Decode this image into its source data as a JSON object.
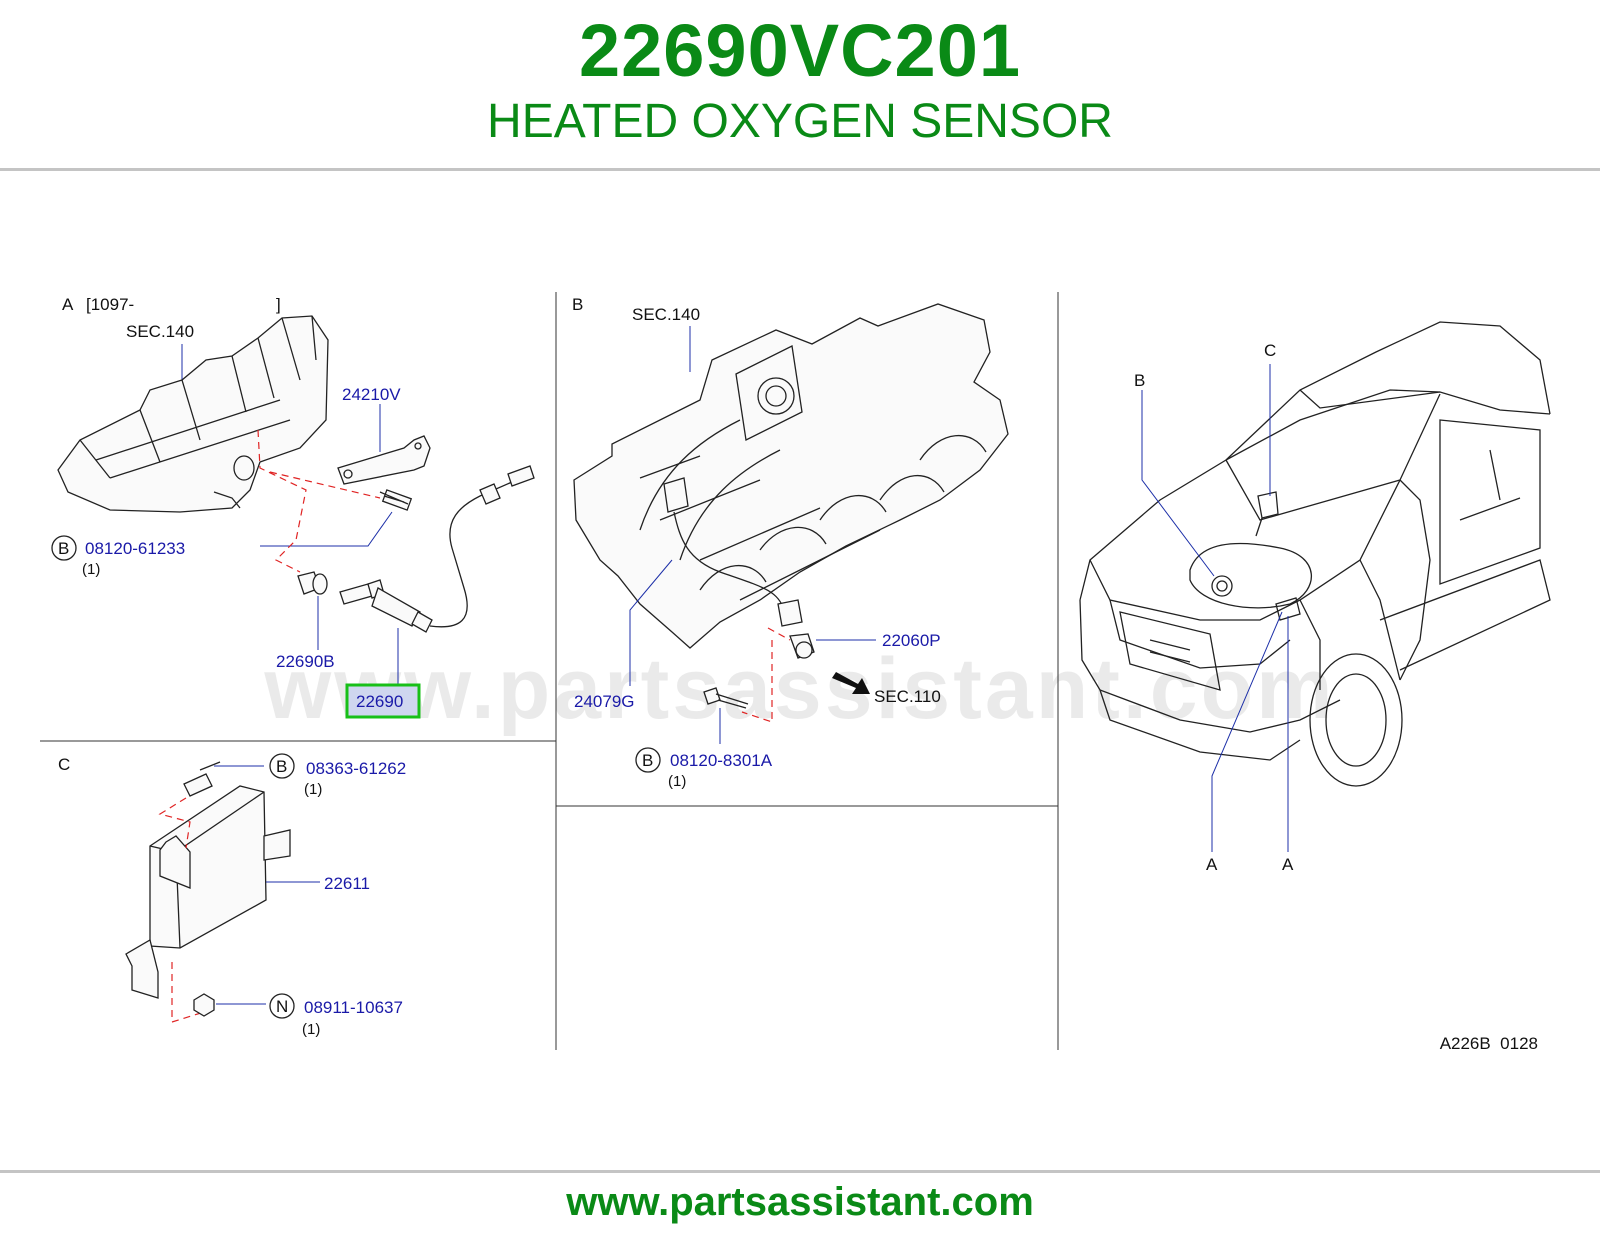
{
  "header": {
    "part_number": "22690VC201",
    "part_name": "HEATED OXYGEN SENSOR"
  },
  "footer": {
    "url": "www.partsassistant.com"
  },
  "watermark": "www.partsassistant.com",
  "colors": {
    "title_green": "#0a8a16",
    "part_number_blue": "#1a1aa8",
    "highlight_green": "#18c018",
    "dash_red": "#e02424"
  },
  "section_a": {
    "label": "A",
    "bracket_open": "[1097-",
    "bracket_close": "]",
    "sec_ref": "SEC.140",
    "parts": {
      "p24210v": "24210V",
      "p08120_61233": "08120-61233",
      "p08120_61233_badge": "B",
      "p08120_61233_qty": "(1)",
      "p22690b": "22690B",
      "p22690": "22690"
    }
  },
  "section_b": {
    "label": "B",
    "sec_ref_top": "SEC.140",
    "sec_ref_arrow": "SEC.110",
    "parts": {
      "p22060p": "22060P",
      "p24079g": "24079G",
      "p08120_8301a": "08120-8301A",
      "p08120_8301a_badge": "B",
      "p08120_8301a_qty": "(1)"
    }
  },
  "section_c": {
    "label": "C",
    "parts": {
      "p08363_61262": "08363-61262",
      "p08363_61262_badge": "B",
      "p08363_61262_qty": "(1)",
      "p22611": "22611",
      "p08911_10637": "08911-10637",
      "p08911_10637_badge": "N",
      "p08911_10637_qty": "(1)"
    }
  },
  "vehicle": {
    "label_b": "B",
    "label_c": "C",
    "label_a_left": "A",
    "label_a_right": "A"
  },
  "diagram_code": "A226B  0128"
}
